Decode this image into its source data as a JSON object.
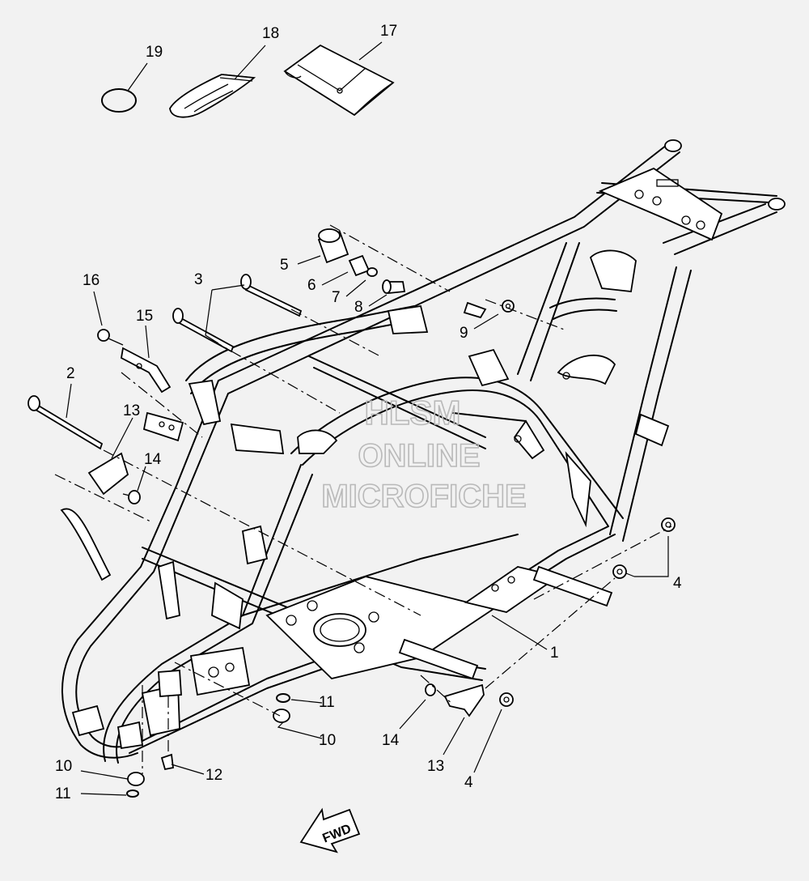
{
  "diagram": {
    "callouts": [
      "19",
      "18",
      "17",
      "16",
      "15",
      "3",
      "5",
      "6",
      "7",
      "8",
      "9",
      "2",
      "13",
      "14",
      "4",
      "1",
      "11",
      "10",
      "14",
      "13",
      "4",
      "10",
      "11",
      "12"
    ],
    "direction_label": "FWD"
  },
  "watermark": {
    "line1": "HLSM",
    "line2": "ONLINE",
    "line3": "MICROFICHE"
  }
}
